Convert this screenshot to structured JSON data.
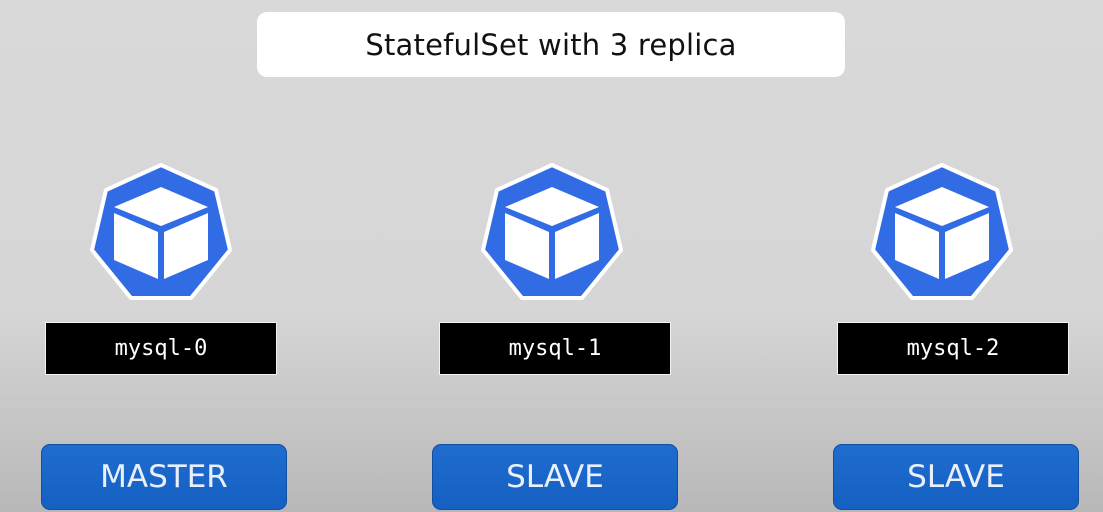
{
  "title": "StatefulSet with 3 replica",
  "colors": {
    "pod_blue": "#326ce5",
    "role_blue": "#1a66c9",
    "label_bg": "#000000"
  },
  "pods": [
    {
      "icon": "kubernetes-pod-icon",
      "name": "mysql-0",
      "role": "MASTER"
    },
    {
      "icon": "kubernetes-pod-icon",
      "name": "mysql-1",
      "role": "SLAVE"
    },
    {
      "icon": "kubernetes-pod-icon",
      "name": "mysql-2",
      "role": "SLAVE"
    }
  ]
}
